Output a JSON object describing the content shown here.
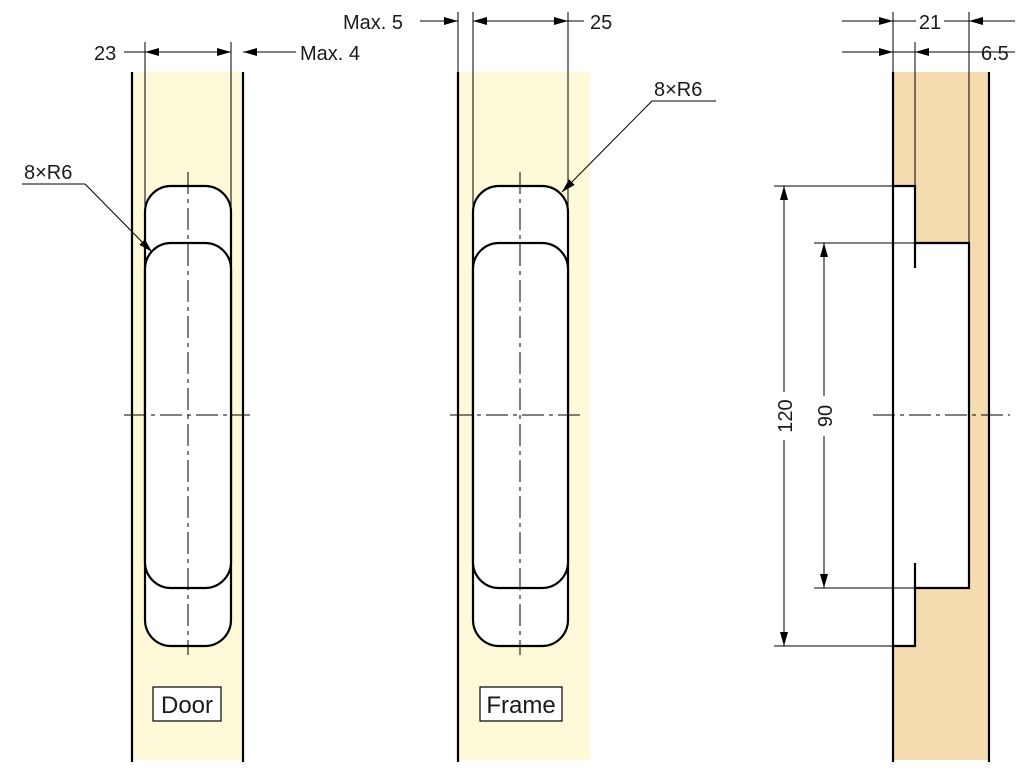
{
  "colors": {
    "background": "#ffffff",
    "door_fill": "#fef9d9",
    "frame_fill": "#fef9d9",
    "section_fill": "#f5dcb0",
    "line": "#000000"
  },
  "door": {
    "label": "Door",
    "width_dim": "23",
    "offset_dim": "Max. 4",
    "radius_note": "8×R6"
  },
  "frame": {
    "label": "Frame",
    "width_dim": "25",
    "offset_dim": "Max. 5",
    "radius_note": "8×R6"
  },
  "section": {
    "depth_dim": "21",
    "step_dim": "6.5",
    "outer_height_dim": "120",
    "inner_height_dim": "90"
  }
}
